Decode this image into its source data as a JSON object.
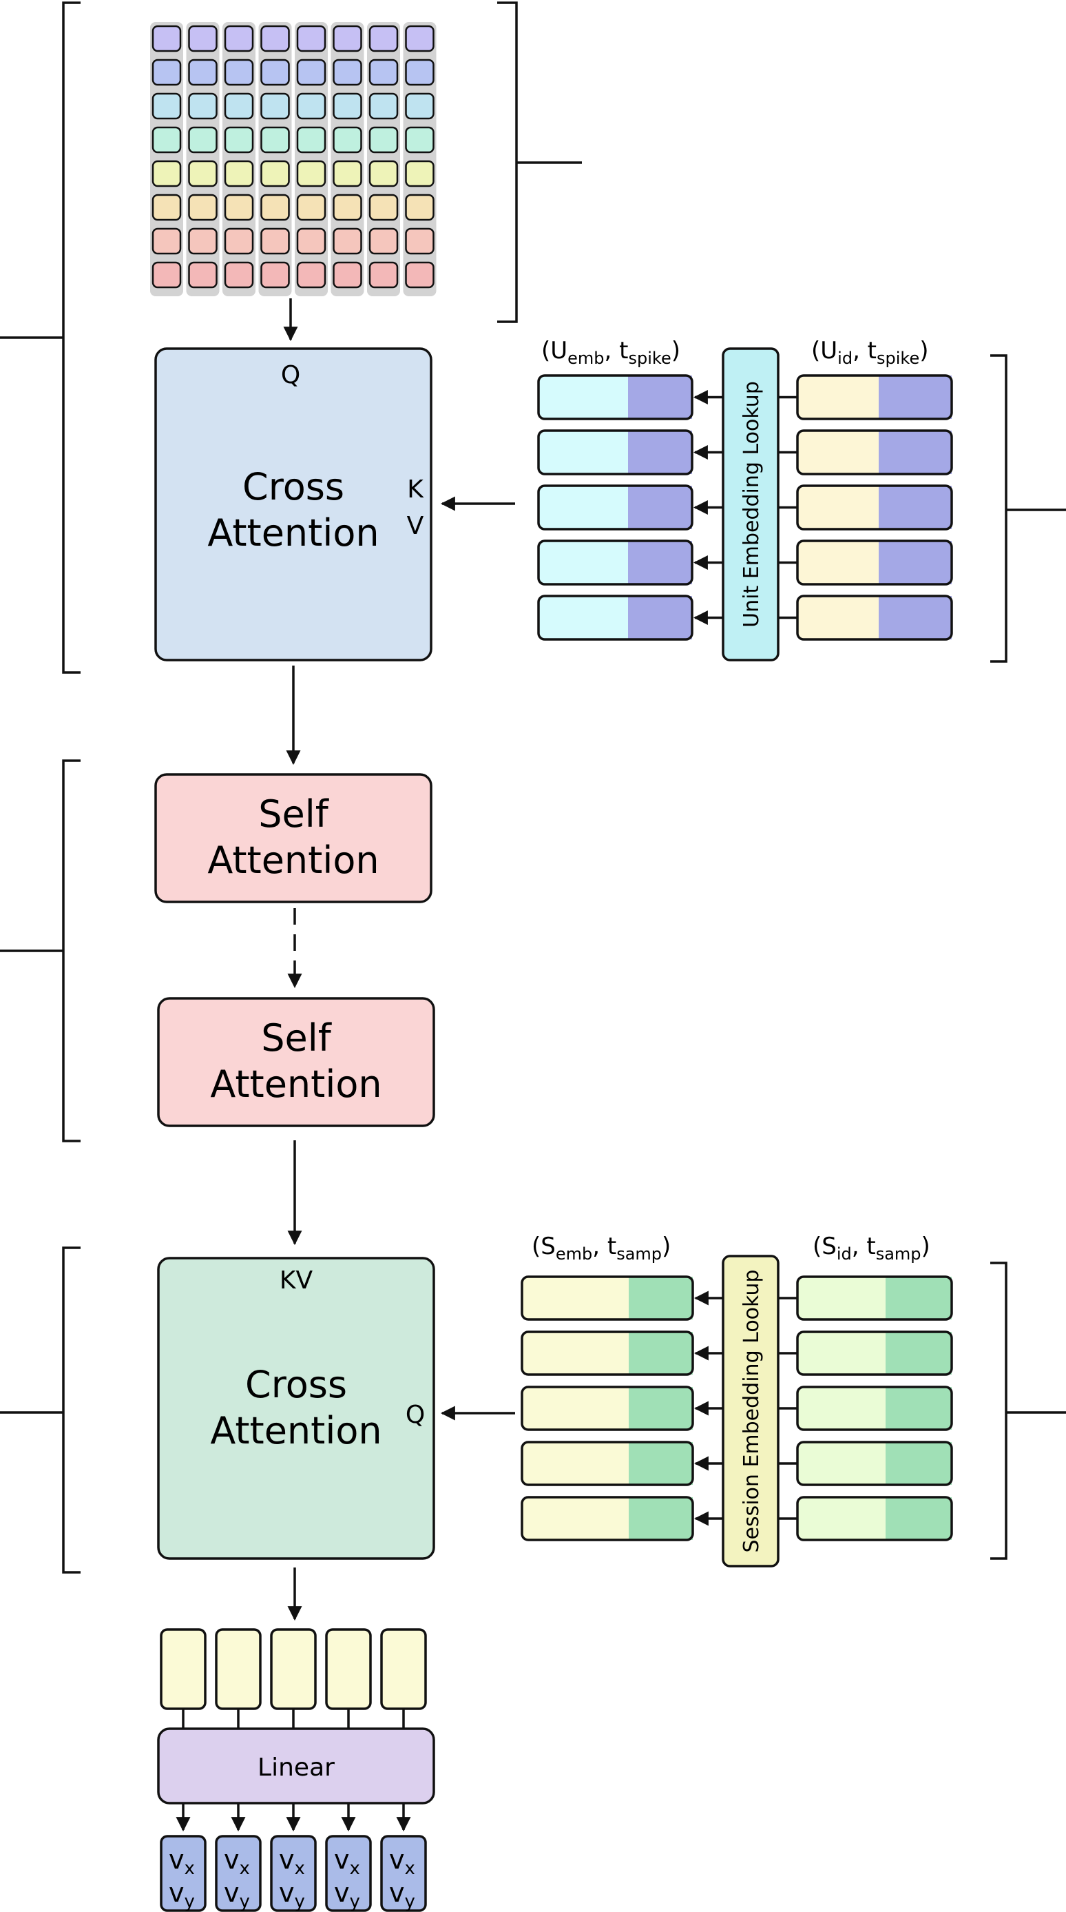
{
  "colors": {
    "latent_rows": [
      "#c6c0f4",
      "#b7c4f2",
      "#bfe3f0",
      "#bff0df",
      "#eef3b8",
      "#f5e2b6",
      "#f5c6bd",
      "#f3b8b8"
    ],
    "cross1_fill": "#d3e2f2",
    "self_fill": "#fad5d5",
    "cross2_fill": "#ceeadc",
    "linear_fill": "#dcd0ee",
    "output_fill": "#aabbe8",
    "out_token_fill": "#fbfad6",
    "unit_lookup_fill": "#bff0f4",
    "session_lookup_fill": "#f3f3c0",
    "unit_emb_left": "#d6fbfd",
    "unit_emb_right": "#a4a8e6",
    "unit_id_left": "#fdf6d6",
    "unit_id_right": "#a4a8e6",
    "sess_emb_left": "#fafad6",
    "sess_emb_right": "#a0e0b6",
    "sess_id_left": "#eafcd6",
    "sess_id_right": "#a0e0b6"
  },
  "cross_attention_1": {
    "line1": "Cross",
    "line2": "Attention",
    "q_label": "Q",
    "k_label": "K",
    "v_label": "V"
  },
  "self_attention_1": {
    "line1": "Self",
    "line2": "Attention"
  },
  "self_attention_2": {
    "line1": "Self",
    "line2": "Attention"
  },
  "cross_attention_2": {
    "line1": "Cross",
    "line2": "Attention",
    "kv_label": "KV",
    "q_label": "Q"
  },
  "unit_tokens": {
    "emb_label": {
      "open": "(U",
      "sub1": "emb",
      "mid": ", t",
      "sub2": "spike",
      "close": ")"
    },
    "id_label": {
      "open": "(U",
      "sub1": "id",
      "mid": ", t",
      "sub2": "spike",
      "close": ")"
    },
    "lookup_label": "Unit Embedding Lookup",
    "count": 5
  },
  "session_tokens": {
    "emb_label": {
      "open": "(S",
      "sub1": "emb",
      "mid": ", t",
      "sub2": "samp",
      "close": ")"
    },
    "id_label": {
      "open": "(S",
      "sub1": "id",
      "mid": ", t",
      "sub2": "samp",
      "close": ")"
    },
    "lookup_label": "Session Embedding Lookup",
    "count": 5
  },
  "linear": {
    "label": "Linear"
  },
  "outputs": {
    "count": 5,
    "line1": {
      "base": "v",
      "sub": "x"
    },
    "line2": {
      "base": "v",
      "sub": "y"
    }
  },
  "latent_grid": {
    "rows": 8,
    "cols": 8
  }
}
